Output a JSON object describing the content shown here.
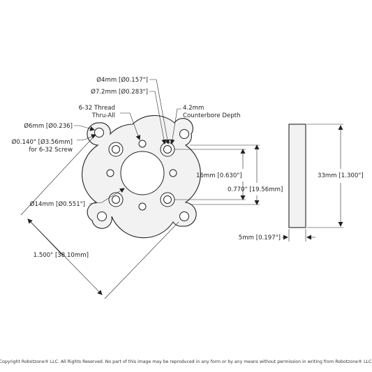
{
  "labels": {
    "hole_4mm": "Ø4mm [Ø0.157\"]",
    "hole_7mm": "Ø7.2mm [Ø0.283\"]",
    "thread_1": "6-32 Thread",
    "thread_2": "Thru-All",
    "cbore_1": "4.2mm",
    "cbore_2": "Counterbore Depth",
    "hole_6mm": "Ø6mm [Ø0.236]",
    "screw_1": "Ø0.140\" [Ø3.56mm]",
    "screw_2": "for 6-32 Screw",
    "center_16mm": "16mm [0.630\"]",
    "span_0770": "0.770\" [19.56mm]",
    "bore_14mm": "Ø14mm [Ø0.551\"]",
    "bc_1500": "1.500\" [38.10mm]",
    "height_33mm": "33mm [1.300\"]",
    "thickness_5mm": "5mm [0.197\"]"
  },
  "footer": {
    "copyright": "Copyright Robotzone® LLC.  All Rights Reserved. No part of this image may be reproduced in any form or by any means without permission in writing from Robotzone® LLC."
  }
}
